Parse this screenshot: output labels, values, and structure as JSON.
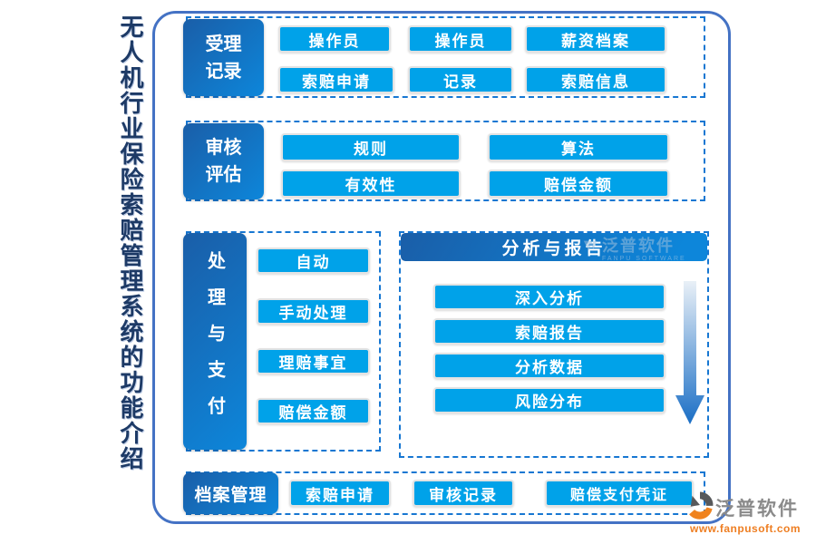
{
  "title": "无人机行业保险索赔管理系统的功能介绍",
  "sections": {
    "acceptance": {
      "header": "受理记录",
      "buttons": [
        "操作员",
        "操作员",
        "薪资档案",
        "索赔申请",
        "记录",
        "索赔信息"
      ]
    },
    "review": {
      "header": "审核评估",
      "buttons": [
        "规则",
        "算法",
        "有效性",
        "赔偿金额"
      ]
    },
    "processing": {
      "header": "处理与支付",
      "buttons": [
        "自动",
        "手动处理",
        "理赔事宜",
        "赔偿金额"
      ]
    },
    "analysis": {
      "header": "分析与报告",
      "buttons": [
        "深入分析",
        "索赔报告",
        "分析数据",
        "风险分布"
      ]
    },
    "archive": {
      "header": "档案管理",
      "buttons": [
        "索赔申请",
        "审核记录",
        "赔偿支付凭证"
      ]
    }
  },
  "branding": {
    "logo_text": "泛普软件",
    "website": "www.fanpusoft.com",
    "watermark_text": "泛普软件",
    "watermark_subtext": "FANPU SOFTWARE"
  },
  "icons": {
    "down_arrow": "down-arrow-icon",
    "logo_mark": "fanpu-logo-icon"
  },
  "colors": {
    "button_blue": "#00a2e9",
    "header_gradient_start": "#1a5ea8",
    "header_gradient_end": "#0d86da",
    "dashed_border": "#1777d2",
    "outer_border": "#4472c4",
    "title_text": "#1d3a66",
    "logo_gray": "#8a8a8a",
    "logo_orange": "#ee7e22"
  }
}
